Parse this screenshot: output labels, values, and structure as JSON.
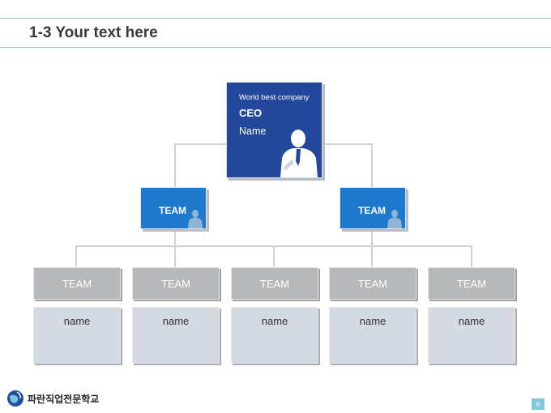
{
  "header": {
    "title": "1-3 Your text here"
  },
  "ceo": {
    "company": "World best company",
    "title": "CEO",
    "name": "Name"
  },
  "teams": [
    {
      "label": "TEAM"
    },
    {
      "label": "TEAM"
    }
  ],
  "sub_teams": [
    {
      "label": "TEAM",
      "name": "name"
    },
    {
      "label": "TEAM",
      "name": "name"
    },
    {
      "label": "TEAM",
      "name": "name"
    },
    {
      "label": "TEAM",
      "name": "name"
    },
    {
      "label": "TEAM",
      "name": "name"
    }
  ],
  "footer": {
    "logo_text": "파란직업전문학교",
    "page_number": "6"
  },
  "colors": {
    "ceo_fill": "#23479a",
    "team_fill": "#1e78cc",
    "sub_head_fill": "#b7b8ba",
    "sub_card_fill": "#d5d9e2",
    "accent_line": "#8fcfd9"
  },
  "icons": {
    "ceo": "person-silhouette-icon",
    "team": "person-silhouette-icon",
    "logo": "globe-icon"
  }
}
